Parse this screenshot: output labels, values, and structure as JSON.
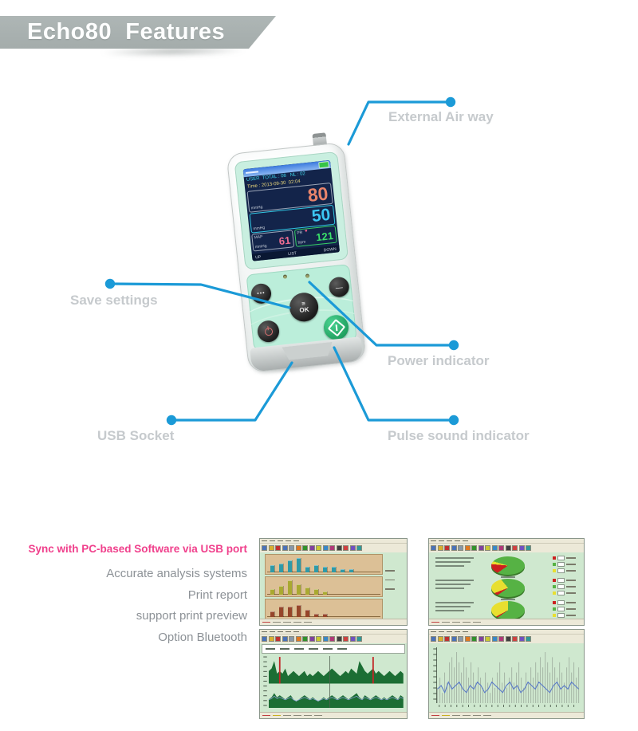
{
  "banner": {
    "title": "Echo80  Features"
  },
  "callouts": {
    "airway": {
      "label": "External Air way"
    },
    "save": {
      "label": "Save settings"
    },
    "power": {
      "label": "Power indicator"
    },
    "pulse": {
      "label": "Pulse sound indicator"
    },
    "usb": {
      "label": "USB Socket"
    }
  },
  "device": {
    "screen": {
      "status_line": "USER  TOTAL : 08   NL : 02",
      "time_line": "Time : 2013-09-30  02:04",
      "sys": {
        "value": "80",
        "unit": "mmHg"
      },
      "dia": {
        "value": "50",
        "unit": "mmHg"
      },
      "map": {
        "label": "MAP",
        "value": "61",
        "unit": "mmHg"
      },
      "pr": {
        "label": "PR",
        "value": "121",
        "unit": "bpm"
      },
      "softkeys": [
        "UP",
        "LIST",
        "DOWN"
      ]
    },
    "keys": {
      "dots": "•••",
      "dash": "—",
      "menu_glyph": "≡",
      "ok": "OK"
    }
  },
  "features": {
    "headline": "Sync with PC-based Software via USB port",
    "items": [
      "Accurate analysis systems",
      "Print report",
      "support print preview",
      "Option Bluetooth"
    ]
  },
  "windows": {
    "toolbar_icon_colors": [
      "#4a72b8",
      "#d8b030",
      "#c03030",
      "#4a72b8",
      "#8898a8",
      "#e07820",
      "#30922a",
      "#8040a0",
      "#c8c830",
      "#3888c8",
      "#b03878",
      "#404040",
      "#d04040",
      "#7050c0",
      "#309898"
    ],
    "legend_colors": [
      "#cc2020",
      "#56b244",
      "#e8df30"
    ],
    "bar_report": {
      "panels": [
        {
          "color": "#2e9aa8",
          "values": [
            4,
            5,
            7,
            8,
            3,
            4,
            3,
            3,
            2,
            2
          ]
        },
        {
          "color": "#a9a930",
          "values": [
            3,
            5,
            8,
            6,
            4,
            3,
            2
          ]
        },
        {
          "color": "#96452a",
          "values": [
            3,
            6,
            6,
            7,
            4,
            2,
            2
          ]
        }
      ]
    },
    "pie_report": {
      "pies": [
        {
          "red": 0.11,
          "yellow": 0.03,
          "green": 0.86
        },
        {
          "red": 0.04,
          "yellow": 0.2,
          "green": 0.76
        },
        {
          "red": 0.02,
          "yellow": 0.33,
          "green": 0.65
        }
      ]
    },
    "trend_graph": {
      "upper": [
        5,
        6,
        9,
        4,
        5,
        4,
        6,
        3,
        4,
        5,
        4,
        3,
        4,
        5,
        3,
        4,
        3,
        4,
        5,
        4,
        3,
        4,
        5,
        6,
        5,
        4,
        3,
        4,
        5,
        4,
        6,
        5,
        4,
        9,
        7,
        5,
        4,
        5,
        6,
        4,
        5,
        4,
        3,
        4,
        5,
        4,
        3,
        4,
        5,
        4
      ],
      "lower": [
        4,
        5,
        7,
        5,
        6,
        5,
        4,
        5,
        6,
        4,
        3,
        4,
        5,
        6,
        5,
        4,
        5,
        4,
        3,
        4,
        5,
        4,
        5,
        6,
        5,
        4,
        5,
        6,
        5,
        4,
        5,
        6,
        7,
        5,
        4,
        6,
        5,
        4,
        5,
        6,
        5,
        4,
        5,
        4,
        5,
        6,
        5,
        4,
        6,
        5
      ],
      "red_spikes": [
        4,
        38
      ]
    },
    "spike_graph": {
      "spikes": [
        3,
        5,
        2,
        6,
        4,
        8,
        9,
        7,
        10,
        8,
        6,
        9,
        7,
        5,
        8,
        6,
        4,
        7,
        5,
        3,
        6,
        4,
        2,
        5,
        3,
        6,
        8,
        4,
        6,
        3,
        5,
        7,
        4,
        6,
        8,
        5,
        3,
        6,
        4,
        7,
        5,
        8,
        6,
        9,
        7,
        10,
        8,
        6,
        9,
        7,
        5,
        8,
        6,
        4,
        7,
        9,
        6,
        8,
        5,
        7
      ],
      "line": [
        4,
        5,
        3,
        6,
        4,
        5,
        6,
        4,
        3,
        5,
        4,
        6,
        5,
        3,
        4,
        6,
        5,
        4,
        3,
        5,
        6,
        4,
        5,
        3,
        4,
        6,
        5,
        4,
        6,
        5,
        4,
        3,
        5,
        6,
        4,
        5,
        4,
        6,
        5,
        4
      ]
    }
  },
  "colors": {
    "callout_blue": "#1b9ad7",
    "label_gray": "#c6cacd",
    "feature_gray": "#8d9297",
    "feature_pink": "#f0408c",
    "banner_gray": "#a9b1b0",
    "device_mint": "#bbeeda",
    "start_button_green": "#2fb976",
    "window_bg_green": "#cfe8cf"
  }
}
